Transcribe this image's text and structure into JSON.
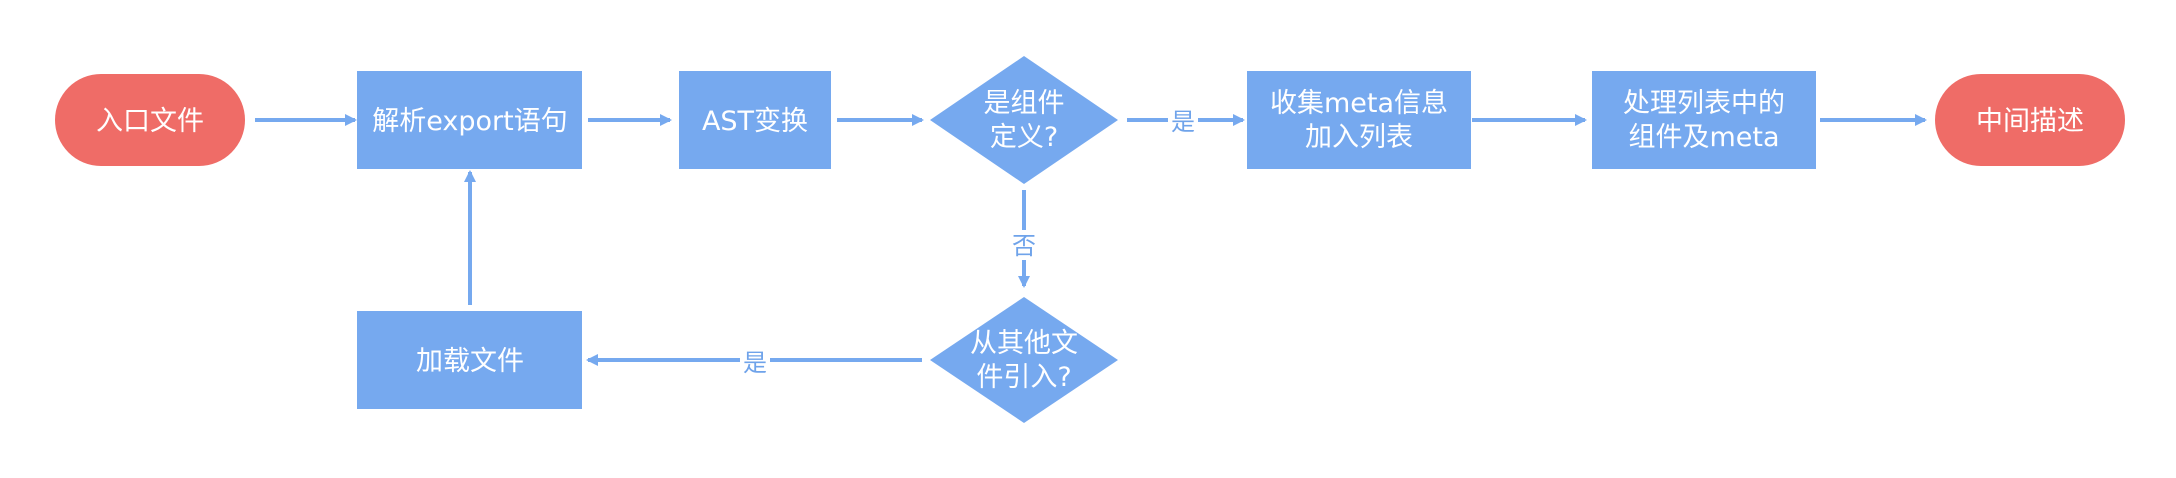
{
  "colors": {
    "process": "#76a9ef",
    "terminal": "#ef6c67",
    "arrow": "#76a9ef",
    "text": "#ffffff"
  },
  "nodes": {
    "start": [
      "入口文件"
    ],
    "parse": [
      "解析export语句"
    ],
    "ast": [
      "AST变换"
    ],
    "is_component": [
      "是组件",
      "定义?"
    ],
    "collect": [
      "收集meta信息",
      "加入列表"
    ],
    "process_list": [
      "处理列表中的",
      "组件及meta"
    ],
    "end": [
      "中间描述"
    ],
    "from_other": [
      "从其他文",
      "件引入?"
    ],
    "load_file": [
      "加载文件"
    ]
  },
  "edges": {
    "yes1": "是",
    "no": "否",
    "yes2": "是"
  }
}
